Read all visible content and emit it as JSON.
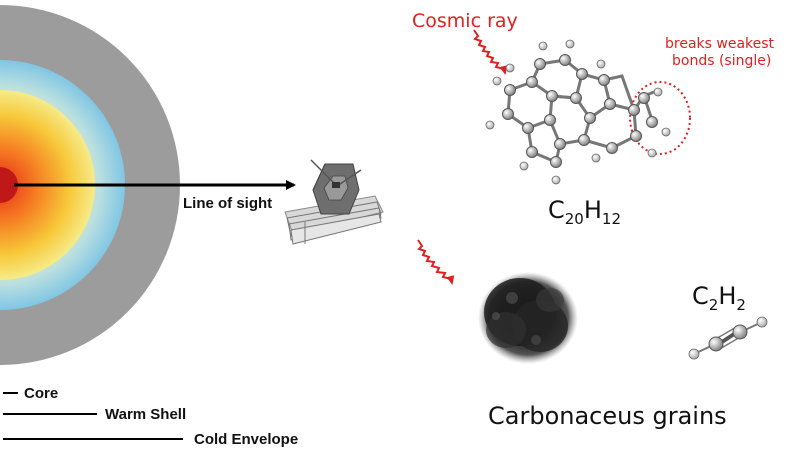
{
  "colors": {
    "cold_envelope": "#9a9a9a",
    "warm_shell_outer": "#86c9e3",
    "warm_shell_inner": "#f6f29a",
    "core_glow": "#ef4a1e",
    "core": "#c81a1a",
    "annotation_red": "#e02020",
    "line": "#000000"
  },
  "labels": {
    "line_of_sight": "Line of sight",
    "cosmic_ray": "Cosmic ray",
    "breaks_line1": "breaks weakest",
    "breaks_line2": "bonds (single)",
    "pah_formula": {
      "c": "C",
      "c_sub": "20",
      "h": "H",
      "h_sub": "12"
    },
    "acetylene_formula": {
      "c": "C",
      "c_sub": "2",
      "h": "H",
      "h_sub": "2"
    },
    "grains": "Carbonaceus grains"
  },
  "legend": [
    {
      "label": "Core"
    },
    {
      "label": "Warm Shell"
    },
    {
      "label": "Cold Envelope"
    }
  ],
  "icons": {
    "telescope": "jwst-telescope-icon",
    "grain": "dust-grain-icon",
    "cosmic_ray": "wavy-arrow-icon"
  }
}
